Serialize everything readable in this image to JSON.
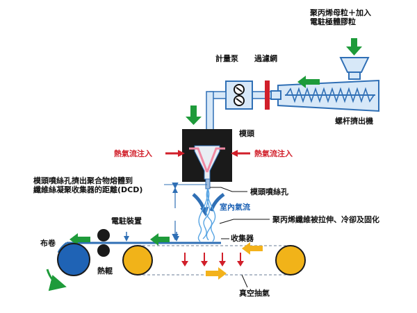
{
  "labels": {
    "feed_material": "聚丙烯母粒＋加入\n電駐極體膠粒",
    "metering_pump": "計量泵",
    "filter_screen": "過濾網",
    "screw_extruder": "螺杆擠出機",
    "die_head": "模頭",
    "hot_air_left": "熱氣流注入",
    "hot_air_right": "熱氣流注入",
    "dcd_description": "模頭噴絲孔擠出聚合物熔體到\n纖維絲凝聚收集器的距離(DCD)",
    "spinneret_hole": "模頭噴絲孔",
    "room_air_flow": "室內氣流",
    "fiber_process": "聚丙烯纖維被拉伸、冷卻及固化",
    "electret_device": "電駐裝置",
    "collector": "收集器",
    "fabric_roll": "布卷",
    "hot_roller": "熱輥",
    "vacuum_suction": "真空抽氣"
  },
  "colors": {
    "machine_blue": "#2f6fb5",
    "machine_light_blue": "#d7e8f8",
    "die_body": "#1a1a1a",
    "green_arrow": "#1e9b3a",
    "red_arrow": "#d11f2a",
    "orange_arrow": "#f3b21b",
    "roller_orange": "#f1b319",
    "roll_blue": "#1f63b5"
  }
}
